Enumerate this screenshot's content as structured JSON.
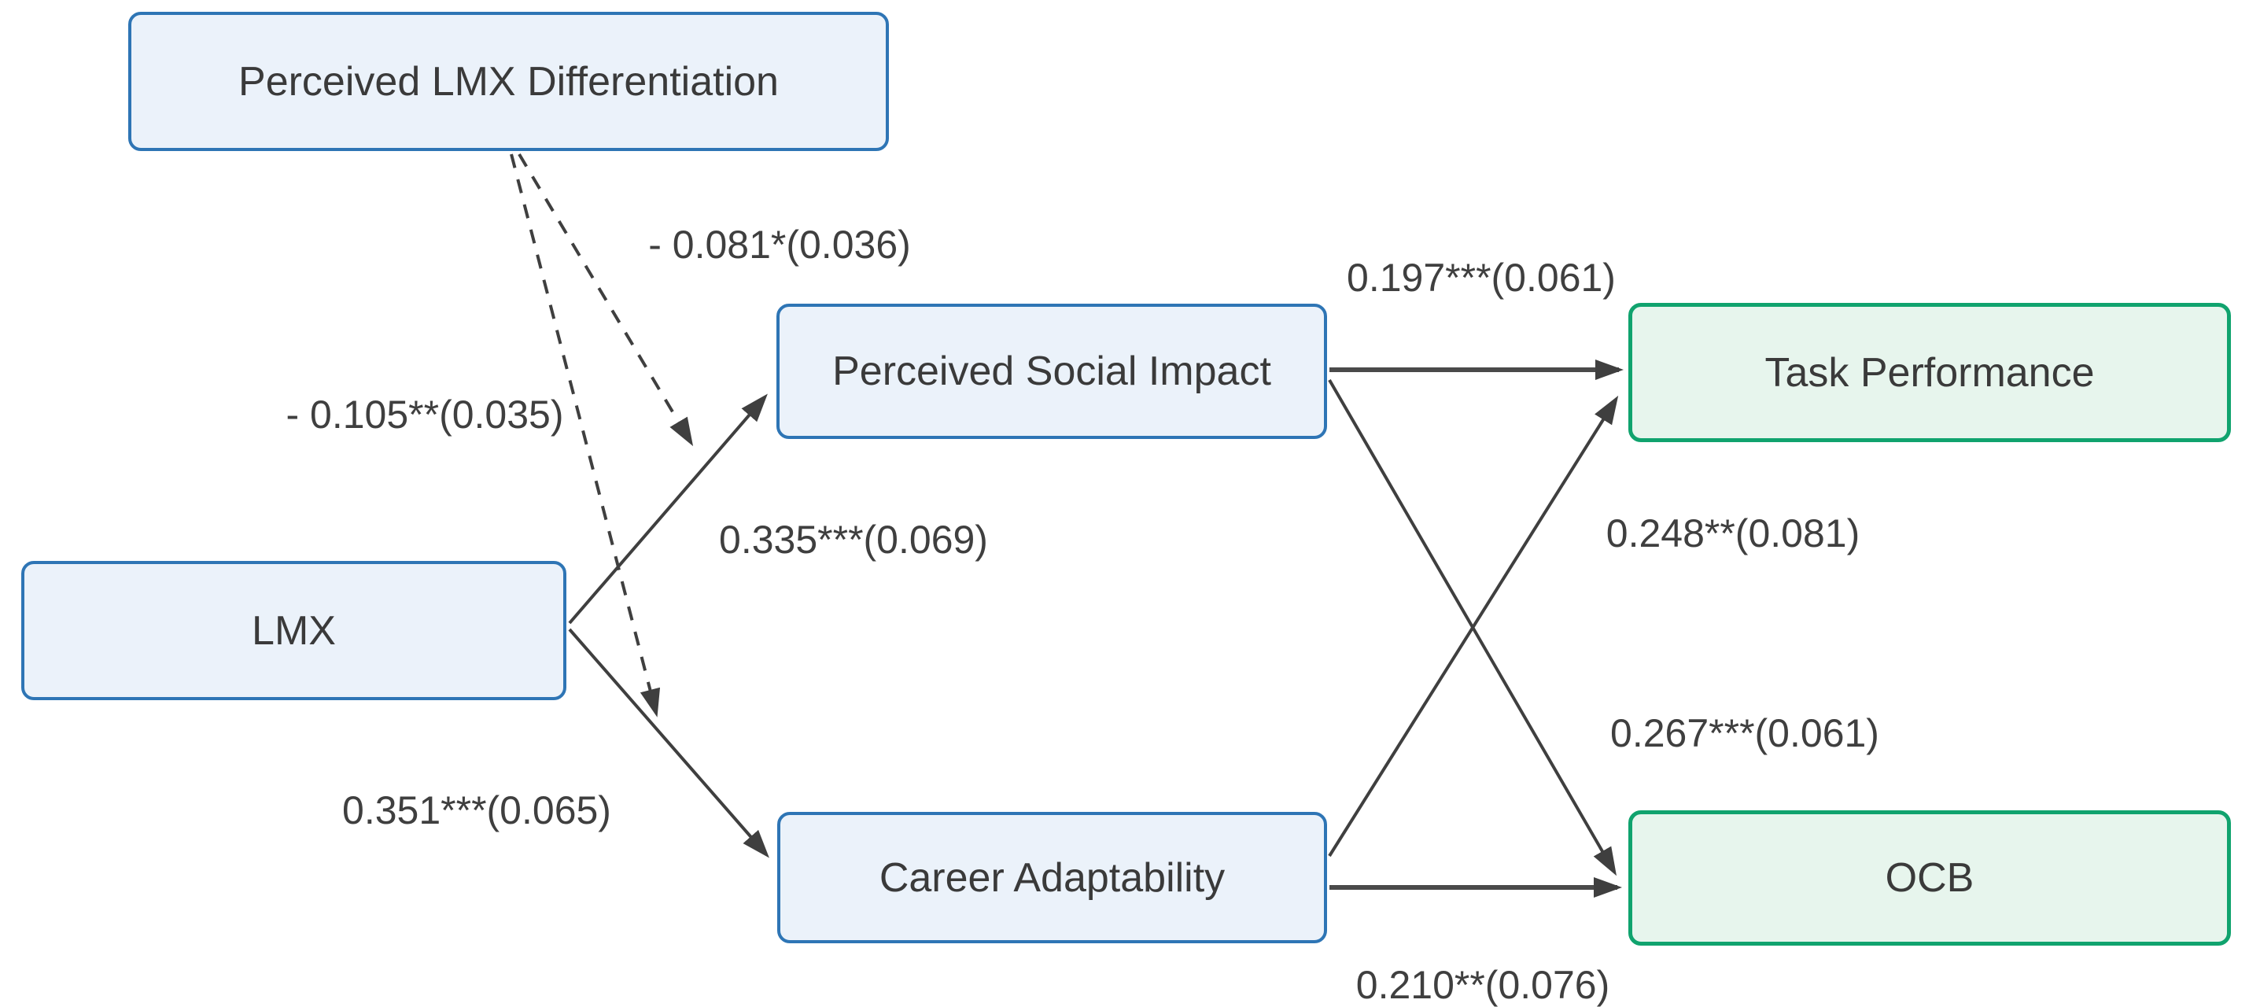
{
  "diagram": {
    "type": "sem-path-model",
    "nodes": {
      "plmxd": {
        "label": "Perceived LMX Differentiation",
        "scheme": "blue"
      },
      "lmx": {
        "label": "LMX",
        "scheme": "blue"
      },
      "psi": {
        "label": "Perceived Social Impact",
        "scheme": "blue"
      },
      "ca": {
        "label": "Career Adaptability",
        "scheme": "blue"
      },
      "tp": {
        "label": "Task Performance",
        "scheme": "green"
      },
      "ocb": {
        "label": "OCB",
        "scheme": "green"
      }
    },
    "edges": {
      "lmx_to_psi": {
        "label": "0.335***(0.069)",
        "from": "LMX",
        "to": "Perceived Social Impact",
        "style": "solid"
      },
      "lmx_to_ca": {
        "label": "0.351***(0.065)",
        "from": "LMX",
        "to": "Career Adaptability",
        "style": "solid"
      },
      "psi_to_tp": {
        "label": "0.197***(0.061)",
        "from": "Perceived Social Impact",
        "to": "Task Performance",
        "style": "solid"
      },
      "psi_to_ocb": {
        "label": "0.267***(0.061)",
        "from": "Perceived Social Impact",
        "to": "OCB",
        "style": "solid"
      },
      "ca_to_tp": {
        "label": "0.248**(0.081)",
        "from": "Career Adaptability",
        "to": "Task Performance",
        "style": "solid"
      },
      "ca_to_ocb": {
        "label": "0.210**(0.076)",
        "from": "Career Adaptability",
        "to": "OCB",
        "style": "solid"
      },
      "plmxd_mod_lmx_psi": {
        "label": "- 0.081*(0.036)",
        "from": "Perceived LMX Differentiation",
        "to": "LMX → Perceived Social Impact path",
        "style": "dashed"
      },
      "plmxd_mod_lmx_ca": {
        "label": "- 0.105**(0.035)",
        "from": "Perceived LMX Differentiation",
        "to": "LMX → Career Adaptability path",
        "style": "dashed"
      }
    },
    "colors": {
      "blue_border": "#2E75B5",
      "blue_fill": "#EBF2FA",
      "green_border": "#10A36E",
      "green_fill": "#E7F5ED",
      "arrow": "#3F3F3F",
      "text": "#3A3A3A"
    }
  }
}
